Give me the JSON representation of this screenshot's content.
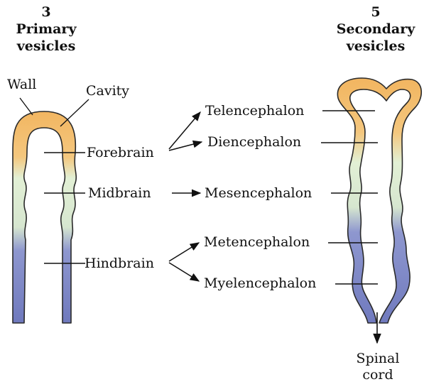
{
  "left_header": {
    "count": "3",
    "line1": "Primary",
    "line2": "vesicles"
  },
  "right_header": {
    "count": "5",
    "line1": "Secondary",
    "line2": "vesicles"
  },
  "labels": {
    "wall": "Wall",
    "cavity": "Cavity",
    "forebrain": "Forebrain",
    "midbrain": "Midbrain",
    "hindbrain": "Hindbrain",
    "telencephalon": "Telencephalon",
    "diencephalon": "Diencephalon",
    "mesencephalon": "Mesencephalon",
    "metencephalon": "Metencephalon",
    "myelencephalon": "Myelencephalon",
    "spinal": "Spinal",
    "cord": "cord"
  },
  "colors": {
    "forebrain": "#f2b560",
    "midbrain": "#dcefd0",
    "hindbrain": "#7c86c6",
    "outline": "#2a2a2a"
  }
}
